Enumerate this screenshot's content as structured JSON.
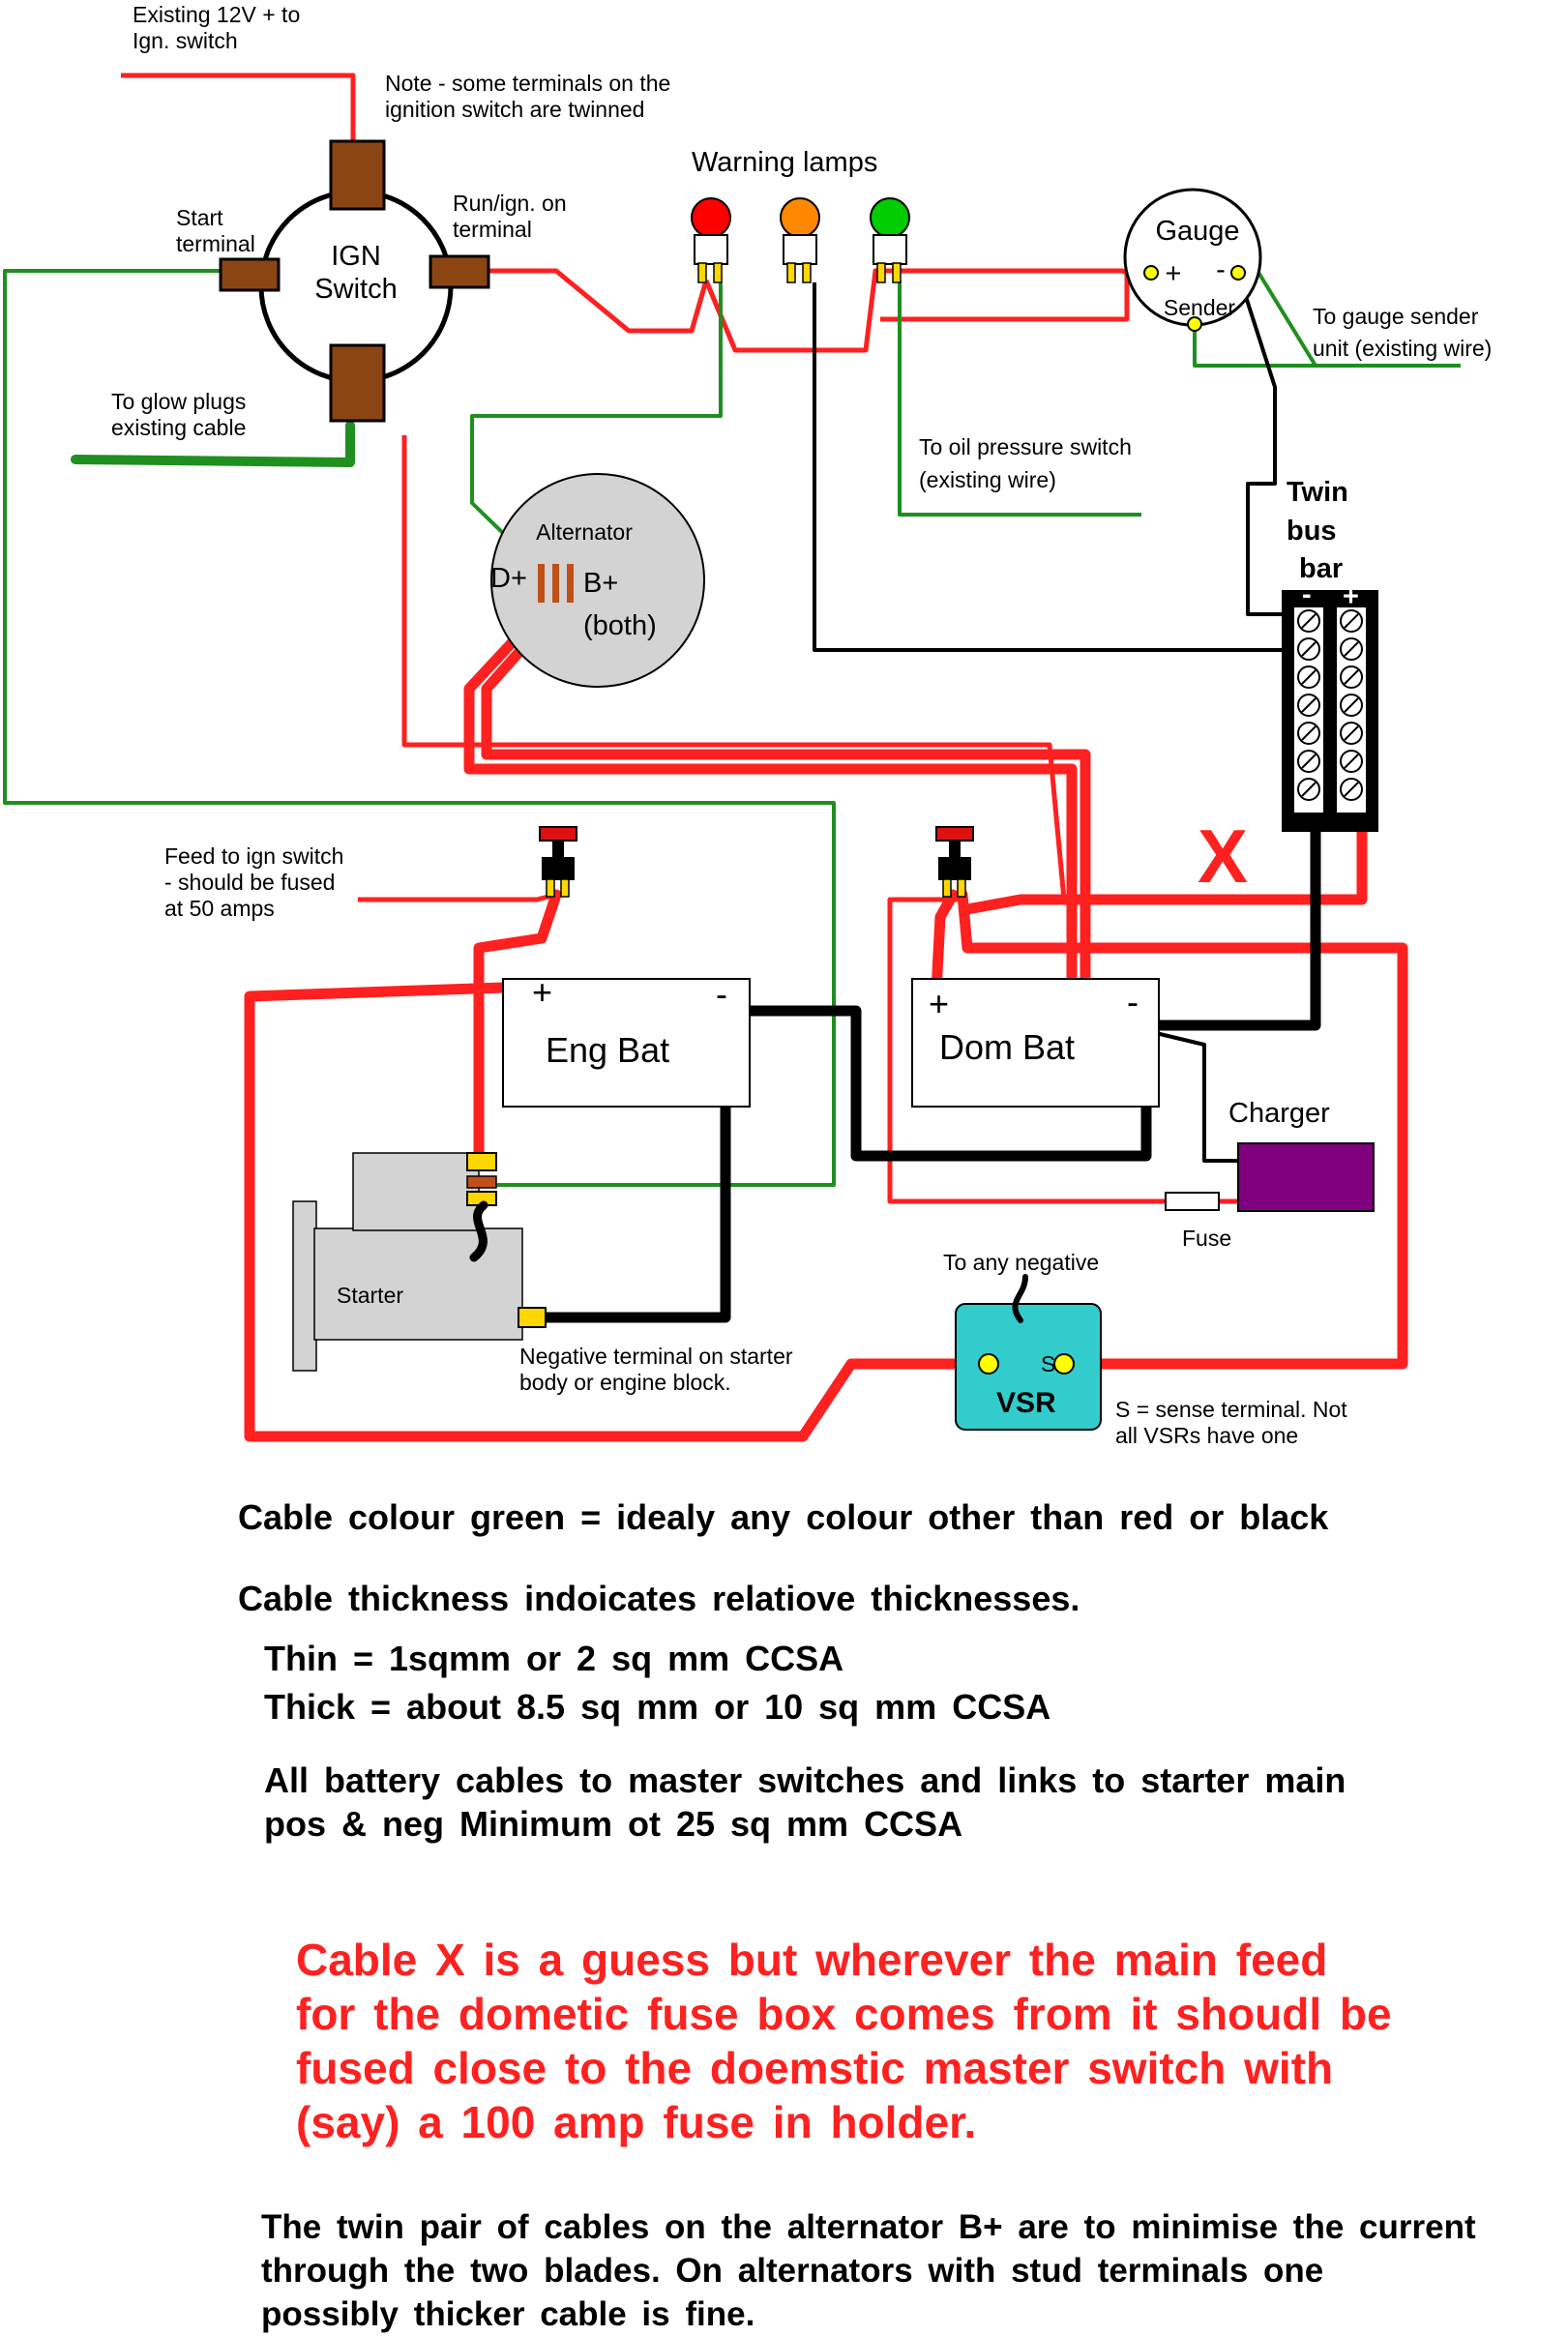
{
  "labels": {
    "existing_12v": [
      "Existing 12V + to",
      "Ign. switch"
    ],
    "note_terminals": [
      "Note - some terminals on the",
      "ignition switch are twinned"
    ],
    "warning_lamps": "Warning lamps",
    "start_terminal": [
      "Start",
      "terminal"
    ],
    "ign_switch": [
      "IGN",
      "Switch"
    ],
    "run_terminal": [
      "Run/ign. on",
      "terminal"
    ],
    "gauge": "Gauge",
    "gauge_plus": "+",
    "gauge_minus": "-",
    "sender": "Sender",
    "gauge_sender_unit": [
      "To gauge sender",
      "unit (existing wire)"
    ],
    "glow_plugs": [
      "To glow plugs",
      "existing cable"
    ],
    "oil_pressure": [
      "To oil pressure switch",
      "(existing wire)"
    ],
    "twin_bus_bar": [
      "Twin",
      "bus",
      "bar"
    ],
    "bus_minus": "-",
    "bus_plus": "+",
    "alternator": "Alternator",
    "alt_d_plus": "D+",
    "alt_b_plus": [
      "B+",
      "(both)"
    ],
    "feed_ign": [
      "Feed to ign switch",
      "- should be fused",
      "at 50 amps"
    ],
    "cable_x": "X",
    "eng_bat": "Eng Bat",
    "eng_bat_plus": "+",
    "eng_bat_minus": "-",
    "dom_bat": "Dom Bat",
    "dom_bat_plus": "+",
    "dom_bat_minus": "-",
    "charger": "Charger",
    "fuse": "Fuse",
    "starter": "Starter",
    "to_any_negative": "To any negative",
    "negative_terminal": [
      "Negative terminal on starter",
      "body or engine block."
    ],
    "vsr": "VSR",
    "vsr_s": "S",
    "sense_note": [
      "S = sense terminal. Not",
      "all VSRs have one"
    ]
  },
  "colors": {
    "red_wire": "#ff2020",
    "black_wire": "#000000",
    "green_wire": "#1f8f1f",
    "ign_terminal": "#8b4513",
    "alternator_fill": "#d3d3d3",
    "charger_fill": "#800080",
    "vsr_fill": "#33cccc",
    "lamp_red": "#ff0000",
    "lamp_orange": "#ff8800",
    "lamp_green": "#00cc00"
  },
  "notes": {
    "cable_colour": "Cable colour green = idealy any colour other than red or black",
    "cable_thickness": "Cable thickness indoicates relatiove thicknesses.",
    "thin": "Thin = 1sqmm or 2 sq mm CCSA",
    "thick": "Thick = about 8.5 sq mm or 10 sq mm CCSA",
    "battery_cables": "All battery cables to master switches and links to starter main\npos & neg Minimum ot 25 sq mm CCSA",
    "cable_x_note": "Cable X is a guess but wherever the main feed\nfor the dometic fuse box comes from it shoudl be\nfused close to the doemstic master switch with\n(say) a 100 amp fuse in holder.",
    "twin_pair": "The twin pair of cables on the alternator B+ are to minimise the current\nthrough the two blades. On alternators with stud terminals one\npossibly thicker cable is fine."
  }
}
